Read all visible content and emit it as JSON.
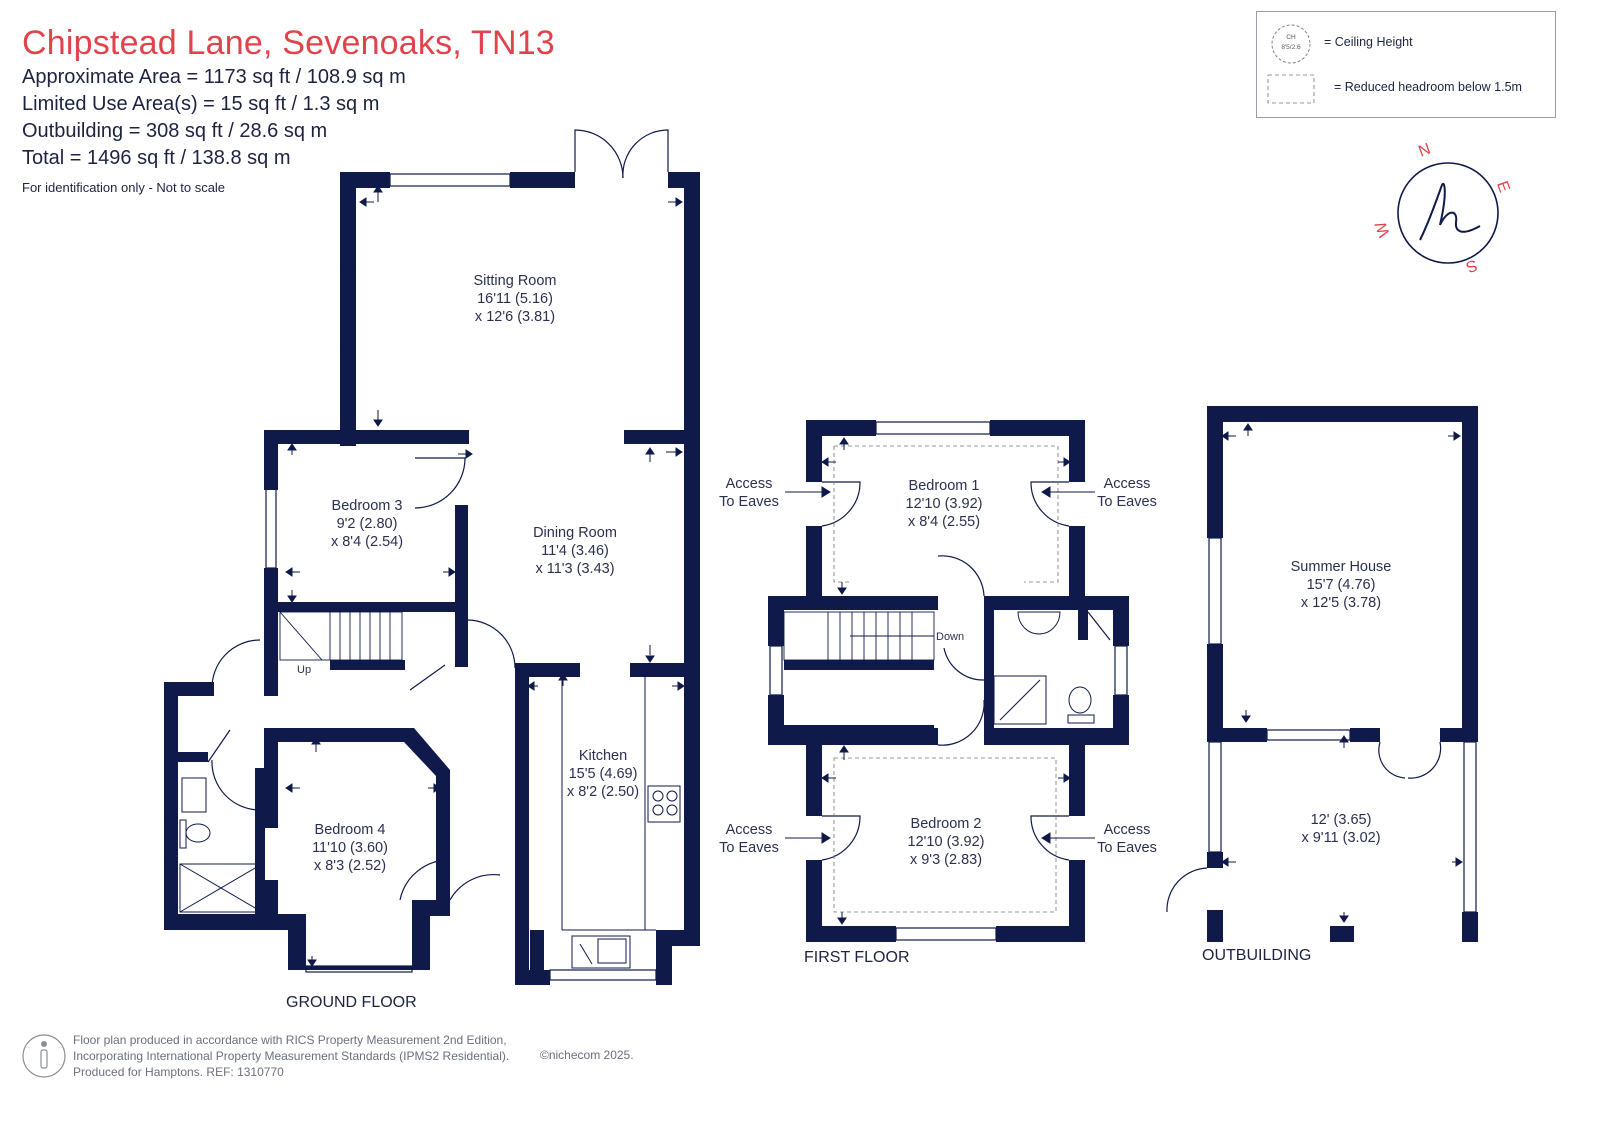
{
  "header": {
    "title": "Chipstead Lane, Sevenoaks, TN13",
    "areas": [
      "Approximate Area = 1173 sq ft / 108.9 sq m",
      "Limited Use Area(s) = 15 sq ft / 1.3 sq m",
      "Outbuilding = 308 sq ft / 28.6 sq m",
      "Total = 1496 sq ft / 138.8 sq m"
    ],
    "note": "For identification only - Not to scale"
  },
  "legend": {
    "ceiling_symbol": "CH\n8'5/2.6",
    "ceiling_symbol_top": "CH",
    "ceiling_symbol_bottom": "8'5/2.6",
    "ceiling_height": "= Ceiling Height",
    "reduced_headroom": "= Reduced headroom below 1.5m"
  },
  "compass": {
    "n": "N",
    "e": "E",
    "s": "S",
    "w": "W"
  },
  "ground_floor": {
    "label": "GROUND FLOOR",
    "up": "Up",
    "rooms": {
      "sitting": {
        "name": "Sitting Room",
        "dim1": "16'11 (5.16)",
        "dim2": "x 12'6 (3.81)"
      },
      "dining": {
        "name": "Dining Room",
        "dim1": "11'4 (3.46)",
        "dim2": "x 11'3 (3.43)"
      },
      "bedroom3": {
        "name": "Bedroom 3",
        "dim1": "9'2 (2.80)",
        "dim2": "x 8'4 (2.54)"
      },
      "bedroom4": {
        "name": "Bedroom 4",
        "dim1": "11'10 (3.60)",
        "dim2": "x 8'3 (2.52)"
      },
      "kitchen": {
        "name": "Kitchen",
        "dim1": "15'5 (4.69)",
        "dim2": "x 8'2 (2.50)"
      }
    }
  },
  "first_floor": {
    "label": "FIRST FLOOR",
    "down": "Down",
    "eaves_line1": "Access",
    "eaves_line2": "To Eaves",
    "rooms": {
      "bedroom1": {
        "name": "Bedroom 1",
        "dim1": "12'10 (3.92)",
        "dim2": "x 8'4 (2.55)"
      },
      "bedroom2": {
        "name": "Bedroom 2",
        "dim1": "12'10 (3.92)",
        "dim2": "x 9'3 (2.83)"
      }
    }
  },
  "outbuilding": {
    "label": "OUTBUILDING",
    "rooms": {
      "summer": {
        "name": "Summer House",
        "dim1": "15'7 (4.76)",
        "dim2": "x 12'5 (3.78)"
      },
      "porch": {
        "dim1": "12' (3.65)",
        "dim2": "x 9'11 (3.02)"
      }
    }
  },
  "footer": {
    "line1": "Floor plan produced in accordance with RICS Property Measurement 2nd Edition,",
    "line2": "Incorporating International Property Measurement Standards (IPMS2 Residential).",
    "line3": "Produced for Hamptons.  REF: 1310770",
    "copyright": "©nichecom 2025."
  },
  "colors": {
    "wall": "#0f1a4a",
    "title": "#e0434c",
    "compass": "#e0434c"
  }
}
